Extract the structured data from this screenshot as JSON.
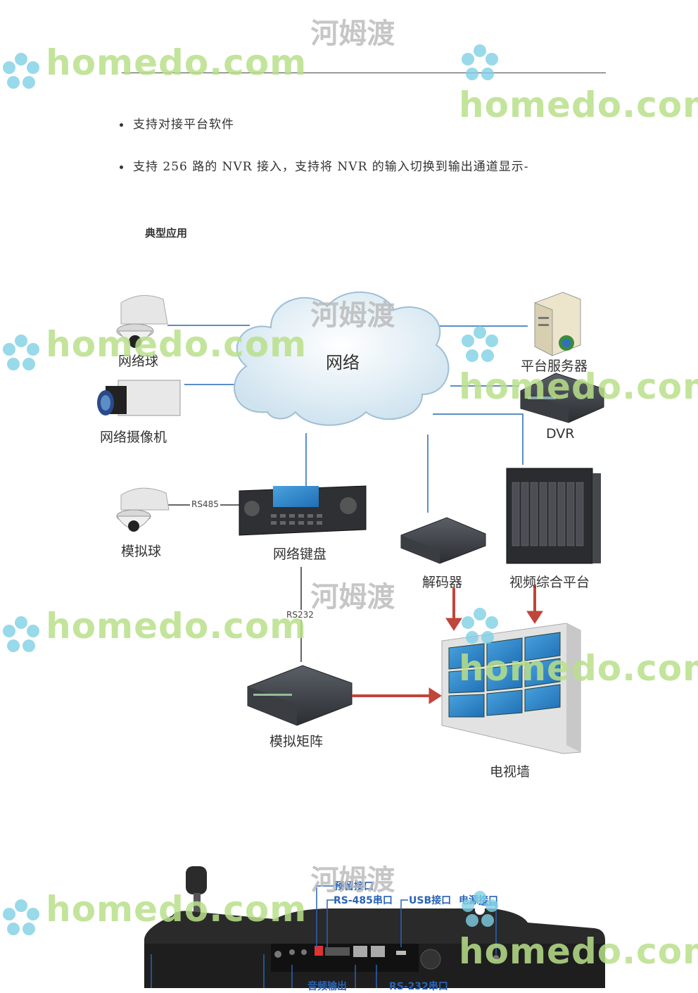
{
  "bullets": [
    "支持对接平台软件",
    "支持 256 路的 NVR 接入，支持将 NVR 的输入切换到输出通道显示-"
  ],
  "section_title": "典型应用",
  "diagram": {
    "cloud_label": "网络",
    "dome_label": "网络球",
    "camera_label": "网络摄像机",
    "server_label": "平台服务器",
    "dvr_label": "DVR",
    "analog_dome_label": "模拟球",
    "keyboard_label": "网络键盘",
    "decoder_label": "解码器",
    "platform_label": "视频综合平台",
    "matrix_label": "模拟矩阵",
    "tvwall_label": "电视墙",
    "rs485": "RS485",
    "rs232": "RS232"
  },
  "keyboard_ports": {
    "reserved": "预留接口",
    "rs485": "RS-485串口",
    "usb": "USB接口",
    "power": "电源接口",
    "audio_out": "音频输出",
    "rs232": "RS-232串口"
  },
  "watermark": {
    "latin": "homedo.com",
    "cn": "河姆渡"
  },
  "colors": {
    "line_blue": "#5b8ec7",
    "arrow_red": "#c0453a",
    "port_blue": "#2a63b5"
  }
}
